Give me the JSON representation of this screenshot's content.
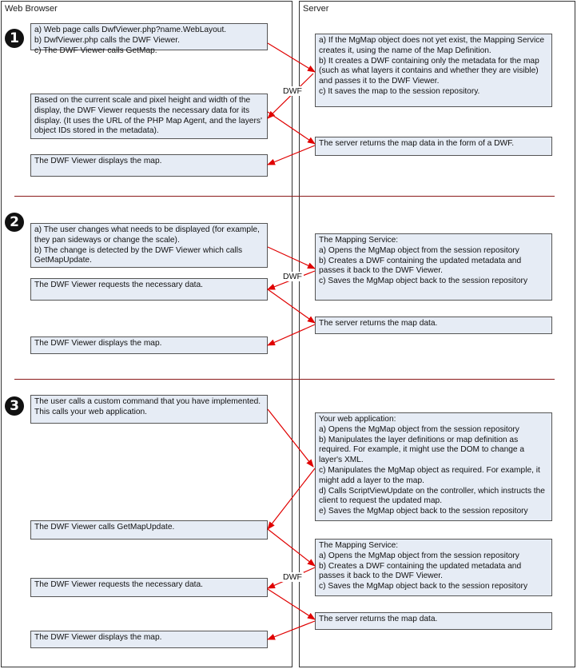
{
  "columns": {
    "browser": "Web Browser",
    "server": "Server"
  },
  "sections": [
    {
      "number": "1"
    },
    {
      "number": "2"
    },
    {
      "number": "3"
    }
  ],
  "dwf_label": "DWF",
  "boxes": {
    "s1_browser_a": "a) Web page calls DwfViewer.php?name.WebLayout.\nb) DwfViewer.php calls the DWF Viewer.\nc) The DWF Viewer calls GetMap.",
    "s1_server_a": "a) If the MgMap object does not yet exist, the Mapping Service creates it, using the name of the Map Definition.\nb) It creates a DWF containing only the metadata for the map (such as what layers it contains and whether they are visible) and passes it to the DWF Viewer.\nc) It saves the map to the session repository.",
    "s1_browser_b": "Based on the current scale and pixel height and width of the display, the DWF Viewer requests the necessary data for its display. (It uses the URL of the PHP Map Agent, and the layers' object IDs stored in the metadata).",
    "s1_server_b": "The server returns the map data in the form of a DWF.",
    "s1_browser_c": "The DWF Viewer displays the map.",
    "s2_browser_a": "a) The user changes what needs to be displayed (for example, they pan sideways or change the scale).\nb) The change is detected by the DWF Viewer which calls GetMapUpdate.",
    "s2_server_a": "The Mapping Service:\na) Opens the MgMap object from the session repository\nb) Creates a DWF containing the updated metadata and passes it back to the DWF Viewer.\nc) Saves the MgMap object back to the session repository",
    "s2_browser_b": "The DWF Viewer requests the necessary data.",
    "s2_server_b": "The server returns the map data.",
    "s2_browser_c": "The DWF Viewer displays the map.",
    "s3_browser_a": "The user calls a custom command that you have implemented. This calls your web application.",
    "s3_server_a": "Your web application:\na) Opens the MgMap object from the session repository\nb) Manipulates the layer definitions or map definition as required.  For example, it might use the DOM to change a layer's XML.\nc) Manipulates the MgMap object as required.  For example, it might add a layer to the map.\nd) Calls ScriptViewUpdate on the controller, which instructs the client to request the updated map.\ne) Saves the MgMap object back to the session repository",
    "s3_browser_b": "The DWF Viewer calls GetMapUpdate.",
    "s3_server_b": "The Mapping Service:\na) Opens the MgMap object from the session repository\nb) Creates a DWF containing the updated metadata and passes it back to the DWF Viewer.\nc) Saves the MgMap object back to the session repository",
    "s3_browser_c": "The DWF Viewer requests the necessary data.",
    "s3_server_c": "The server returns the map data.",
    "s3_browser_d": "The DWF Viewer displays the map."
  },
  "colors": {
    "box_fill": "#e6ecf5",
    "arrow": "#e00000",
    "divider": "#8b1a1a"
  }
}
